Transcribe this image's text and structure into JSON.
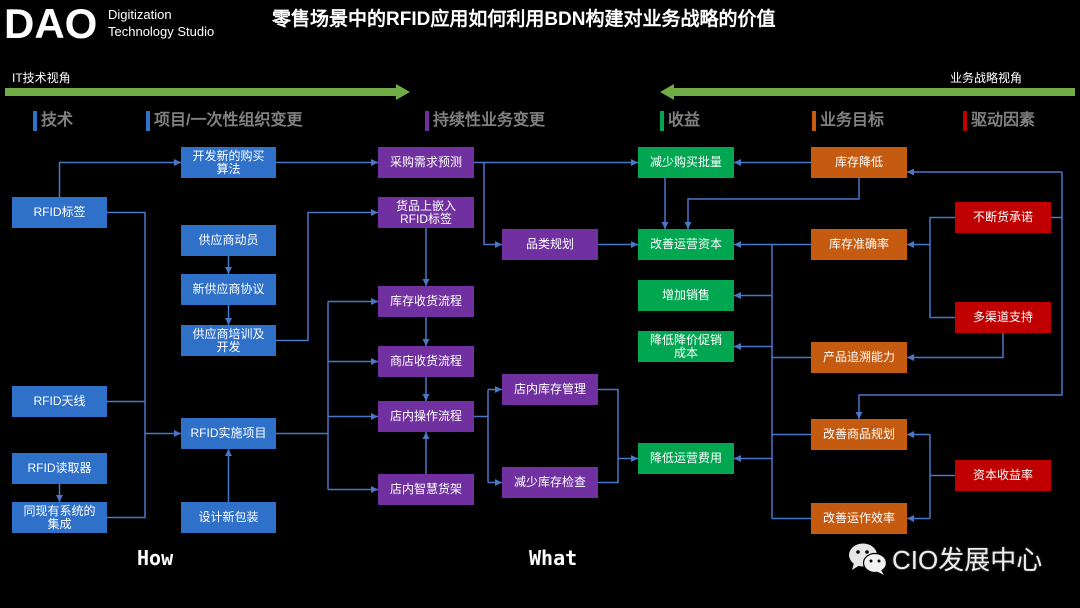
{
  "logo": {
    "mark": "DAO",
    "line1": "Digitization",
    "line2": "Technology Studio"
  },
  "title": "零售场景中的RFID应用如何利用BDN构建对业务战略的价值",
  "perspectives": {
    "it": "IT技术视角",
    "business": "业务战略视角"
  },
  "legend": [
    {
      "label": "技术",
      "color": "#2f70c9"
    },
    {
      "label": "项目/一次性组织变更",
      "color": "#2f70c9"
    },
    {
      "label": "持续性业务变更",
      "color": "#7030a0"
    },
    {
      "label": "收益",
      "color": "#00a650"
    },
    {
      "label": "业务目标",
      "color": "#c55a11"
    },
    {
      "label": "驱动因素",
      "color": "#c00000"
    }
  ],
  "technology": {
    "rfid_tag": "RFID标签",
    "rfid_antenna": "RFID天线",
    "rfid_reader": "RFID读取器",
    "system_integration": "同现有系统的集成"
  },
  "projects": {
    "purchase_algorithm": "开发新的购买算法",
    "supplier_mobilization": "供应商动员",
    "supplier_agreement": "新供应商协议",
    "supplier_training": "供应商培训及开发",
    "rfid_implementation": "RFID实施项目",
    "new_packaging": "设计新包装"
  },
  "business_changes": {
    "demand_forecast": "采购需求预测",
    "rfid_embedding": "货品上嵌入RFID标签",
    "warehouse_receiving": "库存收货流程",
    "store_receiving": "商店收货流程",
    "store_operations": "店内操作流程",
    "smart_shelf": "店内智慧货架",
    "category_planning": "品类规划",
    "store_inventory": "店内库存管理",
    "fewer_inventory_checks": "减少库存检查"
  },
  "benefits": {
    "smaller_batches": "减少购买批量",
    "working_capital": "改善运营资本",
    "sales_increase": "增加销售",
    "markdown_cost": "降低降价促销成本",
    "operating_cost": "降低运营费用"
  },
  "objectives": {
    "inventory_reduction": "库存降低",
    "inventory_accuracy": "库存准确率",
    "traceability": "产品追溯能力",
    "merchandise_planning": "改善商品规划",
    "operational_efficiency": "改善运作效率"
  },
  "drivers": {
    "no_stockout": "不断货承诺",
    "omnichannel": "多渠道支持",
    "return_on_capital": "资本收益率"
  },
  "columns": {
    "how": "How",
    "what": "What"
  },
  "watermark": {
    "icon": "wechat-icon",
    "text": "CIO发展中心"
  },
  "colors": {
    "background": "#000000",
    "technology": "#2f70c9",
    "project": "#2f70c9",
    "business_change": "#7030a0",
    "benefit": "#00a650",
    "objective": "#c55a11",
    "driver": "#c00000",
    "connector": "#4a76c9",
    "perspective_arrow": "#70ad47",
    "legend_text": "#808080"
  }
}
